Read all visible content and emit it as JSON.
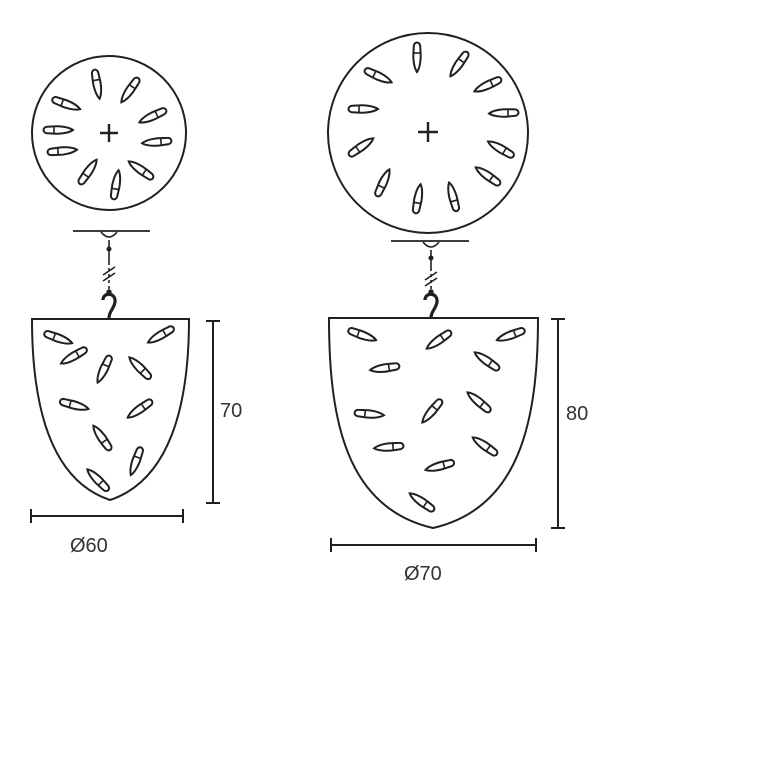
{
  "colors": {
    "stroke": "#231f20",
    "text": "#333333",
    "background": "#ffffff"
  },
  "dimensions": {
    "small": {
      "height_label": "70",
      "diameter_label": "Ø60"
    },
    "large": {
      "height_label": "80",
      "diameter_label": "Ø70"
    }
  }
}
